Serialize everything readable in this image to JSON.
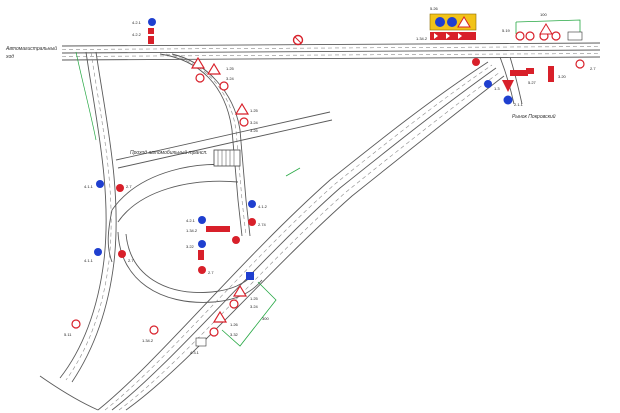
{
  "colors": {
    "road_edge": "#5a5a5a",
    "lane_dash": "#777777",
    "green_marking": "#27a844",
    "sign_blue": "#1f3fcf",
    "sign_red": "#d8202a",
    "sign_yellow": "#f2c318",
    "background": "#ffffff"
  },
  "labels": {
    "highway_left": "Автомагистральный",
    "highway_left_2": "ход",
    "road_right": "Рынок Покровский",
    "overpass_note": "Проход автомобильный трансп.",
    "dim_top": "100",
    "dim_right": "300"
  },
  "sign_codes": {
    "s_421": "4.2.1",
    "s_422a": "4.2.2",
    "s_421b": "4.2.1",
    "s_322": "3.22",
    "s_125": "1.25",
    "s_324": "3.24",
    "s_1342": "1.34.2",
    "s_5_19": "5.19",
    "s_527": "5.27",
    "s_511": "5.11",
    "s_325": "3.25",
    "s_411": "4.1.1",
    "s_411b": "4.1.1",
    "s_27a": "2.7",
    "s_27b": "2.7",
    "s_27c": "2.7",
    "s_412": "4.1.2",
    "s_320": "3.20",
    "s_126": "1.26",
    "s_332": "3.32",
    "s_27d": "2.7",
    "s_274": "2.74",
    "s_1342b": "1.34.2",
    "s_431": "4.3.1",
    "s_1342c": "1.34.2",
    "s_13": "1.3",
    "s_211": "2.1.1",
    "s_526": "5.26"
  }
}
